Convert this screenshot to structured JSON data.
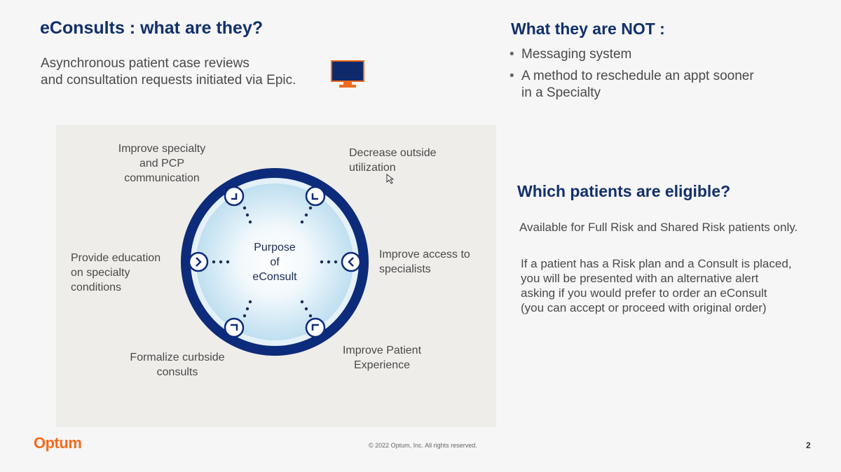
{
  "title": "eConsults : what are they?",
  "intro": {
    "line1": "Asynchronous patient case reviews",
    "line2": "and consultation requests initiated via Epic."
  },
  "icons": {
    "monitor": "monitor-icon"
  },
  "not": {
    "title": "What they are NOT :",
    "items": [
      {
        "text": "Messaging system"
      },
      {
        "line1": "A method to reschedule an appt sooner",
        "line2": "in a Specialty"
      }
    ]
  },
  "eligible": {
    "title": "Which patients are eligible?",
    "line": "Available for Full Risk and Shared Risk patients only.",
    "para": [
      "If a patient has a Risk plan and a Consult is placed,",
      "you will be presented with an alternative alert",
      "asking if you would prefer to order an eConsult",
      "(you can accept or proceed with original order)"
    ]
  },
  "diagram": {
    "center": [
      "Purpose",
      "of",
      "eConsult"
    ],
    "labels": {
      "top_left": [
        "Improve specialty",
        "and PCP",
        "communication"
      ],
      "top_right": [
        "Decrease outside",
        "utilization"
      ],
      "left": [
        "Provide education",
        "on specialty",
        "conditions"
      ],
      "right": [
        "Improve access to",
        "specialists"
      ],
      "bottom_left": [
        "Formalize curbside",
        "consults"
      ],
      "bottom_right": [
        "Improve Patient",
        "Experience"
      ]
    },
    "colors": {
      "ring": "#0c2b7a",
      "inner": "#cfe6f3",
      "node": "#ffffff"
    }
  },
  "footer": {
    "logo": "Optum",
    "copyright": "© 2022 Optum, Inc. All rights reserved.",
    "page": "2"
  },
  "colors": {
    "title": "#12306b",
    "brand": "#f26b1d"
  }
}
